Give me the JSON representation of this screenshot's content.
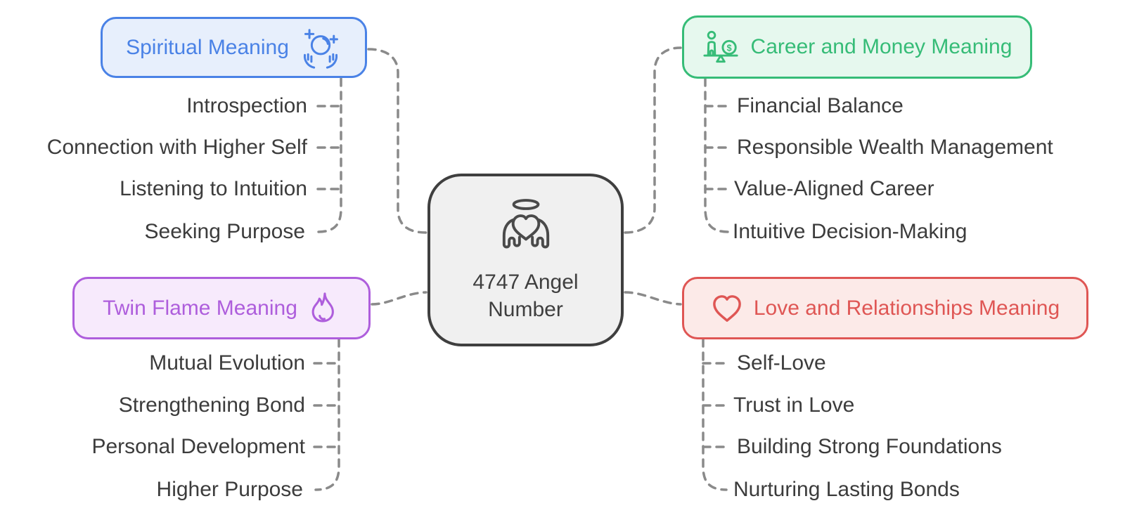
{
  "connector_color": "#8A8A8A",
  "center": {
    "label": "4747 Angel Number",
    "icon": "angel-halo-heart-wings-icon",
    "border_color": "#3F3F3F",
    "bg": "#F0F0F0",
    "text_color": "#3F3F3F"
  },
  "item_text_color": "#3C3C3C",
  "icons": {
    "coin_symbol": "$"
  },
  "branches": [
    {
      "id": "spiritual",
      "label": "Spiritual Meaning",
      "icon": "crystal-ball-hands-icon",
      "icon_position": "right",
      "position": "top-left",
      "color": "#4A82E6",
      "bg": "#E7EFFC",
      "items": [
        "Introspection",
        "Connection with Higher Self",
        "Listening to Intuition",
        "Seeking Purpose"
      ]
    },
    {
      "id": "career",
      "label": "Career and Money Meaning",
      "icon": "balance-scale-money-icon",
      "icon_position": "left",
      "position": "top-right",
      "color": "#36BC77",
      "bg": "#E6F8EE",
      "items": [
        "Financial Balance",
        "Responsible Wealth Management",
        "Value-Aligned Career",
        "Intuitive Decision-Making"
      ]
    },
    {
      "id": "twin-flame",
      "label": "Twin Flame Meaning",
      "icon": "flame-icon",
      "icon_position": "right",
      "position": "bottom-left",
      "color": "#AE5EDC",
      "bg": "#F7EAFC",
      "items": [
        "Mutual Evolution",
        "Strengthening Bond",
        "Personal Development",
        "Higher Purpose"
      ]
    },
    {
      "id": "love",
      "label": "Love and Relationships Meaning",
      "icon": "heart-icon",
      "icon_position": "left",
      "position": "bottom-right",
      "color": "#DF5654",
      "bg": "#FCEAE8",
      "items": [
        "Self-Love",
        "Trust in Love",
        "Building Strong Foundations",
        "Nurturing Lasting Bonds"
      ]
    }
  ]
}
